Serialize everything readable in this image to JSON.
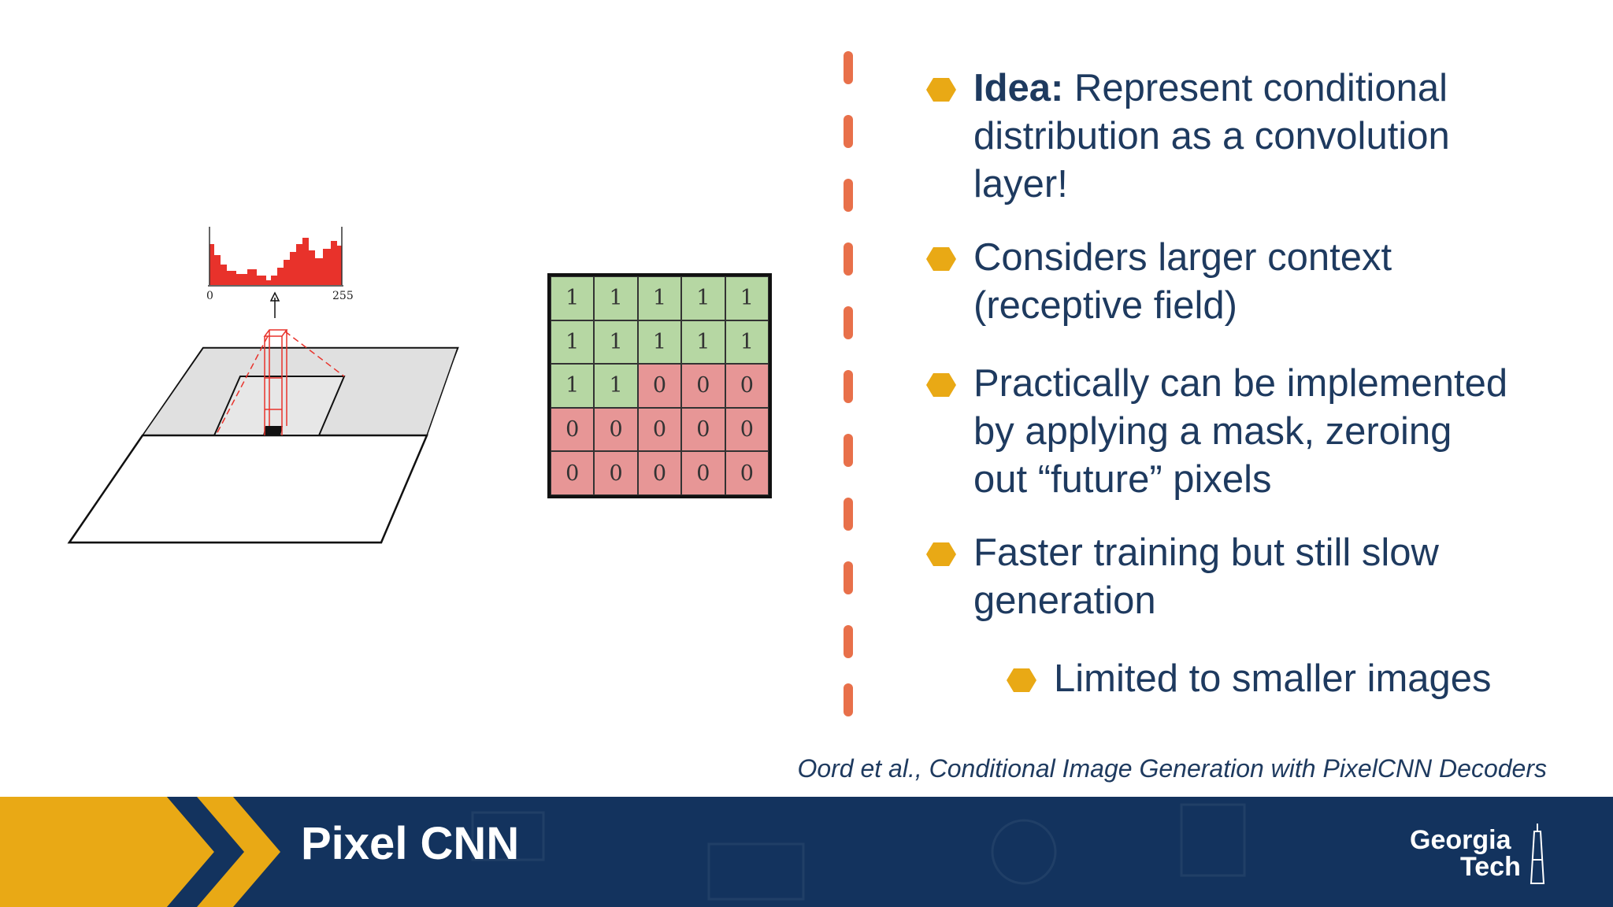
{
  "figure": {
    "hist_min_label": "0",
    "hist_max_label": "255",
    "hist_color": "#e8322b"
  },
  "mask": {
    "rows": [
      [
        "1",
        "1",
        "1",
        "1",
        "1"
      ],
      [
        "1",
        "1",
        "1",
        "1",
        "1"
      ],
      [
        "1",
        "1",
        "0",
        "0",
        "0"
      ],
      [
        "0",
        "0",
        "0",
        "0",
        "0"
      ],
      [
        "0",
        "0",
        "0",
        "0",
        "0"
      ]
    ],
    "one_color": "#b6d7a3",
    "zero_color": "#e79696"
  },
  "bullets": {
    "b1": {
      "bold": "Idea:",
      "line1": " Represent conditional",
      "line2": "distribution as a convolution",
      "line3": "layer!"
    },
    "b2": {
      "line1": "Considers larger context",
      "line2": "(receptive field)"
    },
    "b3": {
      "line1": "Practically can be implemented",
      "line2": "by applying a mask, zeroing",
      "line3": "out “future” pixels"
    },
    "b4": {
      "line1": "Faster training but still slow",
      "line2": "generation"
    },
    "b5": {
      "line1": "Limited to smaller images"
    }
  },
  "citation": "Oord et al., Conditional Image Generation with PixelCNN Decoders",
  "footer": {
    "title": "Pixel CNN",
    "logo_line1": "Georgia",
    "logo_line2": "Tech"
  },
  "colors": {
    "navy": "#13335e",
    "gold": "#e9a915",
    "divider": "#e8704a",
    "text": "#1e3a5f"
  },
  "icons": {
    "bullet": "hexagon-bullet-icon",
    "footer_chevrons": "chevron-right-icon"
  }
}
